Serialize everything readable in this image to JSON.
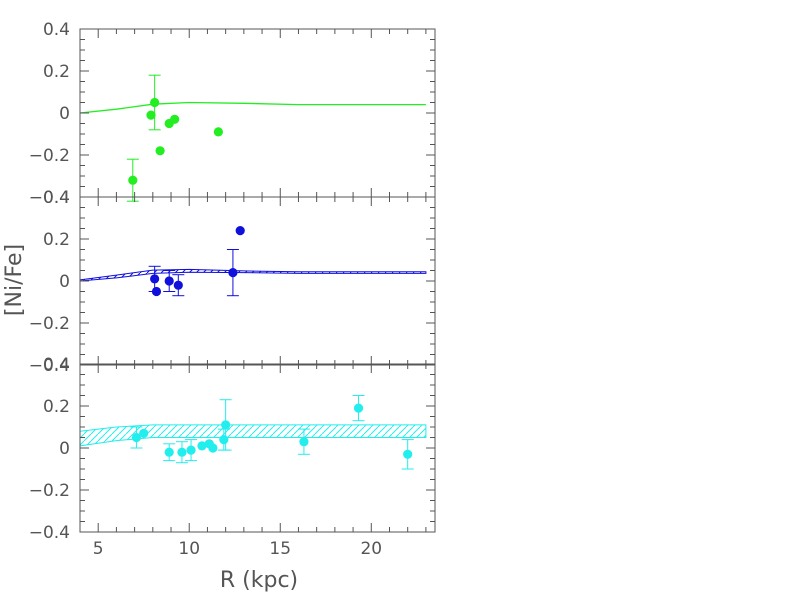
{
  "chart_data": {
    "type": "scatter",
    "xlabel": "R (kpc)",
    "ylabel": "[Ni/Fe]",
    "xlim": [
      4,
      23.5
    ],
    "x_ticks": [
      5,
      10,
      15,
      20
    ],
    "x_tick_labels": [
      "5",
      "10",
      "15",
      "20"
    ],
    "ylim": [
      -0.4,
      0.4
    ],
    "y_ticks": [
      -0.4,
      -0.2,
      0,
      0.2,
      0.4
    ],
    "y_tick_labels": [
      "−0.4",
      "−0.2",
      "0",
      "0.2",
      "0.4"
    ],
    "grid": false,
    "panels": [
      {
        "color": "#22ee22",
        "model_band": [
          {
            "x": 4.0,
            "lo": 0.0,
            "hi": 0.0
          },
          {
            "x": 6.0,
            "lo": 0.018,
            "hi": 0.018
          },
          {
            "x": 8.0,
            "lo": 0.042,
            "hi": 0.042
          },
          {
            "x": 10.0,
            "lo": 0.05,
            "hi": 0.05
          },
          {
            "x": 13.0,
            "lo": 0.046,
            "hi": 0.046
          },
          {
            "x": 16.0,
            "lo": 0.04,
            "hi": 0.04
          },
          {
            "x": 20.0,
            "lo": 0.04,
            "hi": 0.04
          },
          {
            "x": 23.0,
            "lo": 0.04,
            "hi": 0.04
          }
        ],
        "band_hatched": false,
        "points": [
          {
            "x": 6.9,
            "y": -0.32,
            "err": 0.1
          },
          {
            "x": 7.9,
            "y": -0.01
          },
          {
            "x": 8.1,
            "y": 0.05,
            "err": 0.13
          },
          {
            "x": 8.4,
            "y": -0.18
          },
          {
            "x": 8.9,
            "y": -0.05
          },
          {
            "x": 9.2,
            "y": -0.03
          },
          {
            "x": 11.6,
            "y": -0.09
          }
        ]
      },
      {
        "color": "#1010dd",
        "model_band": [
          {
            "x": 4.0,
            "lo": 0.0,
            "hi": 0.005
          },
          {
            "x": 6.0,
            "lo": 0.015,
            "hi": 0.028
          },
          {
            "x": 8.0,
            "lo": 0.036,
            "hi": 0.052
          },
          {
            "x": 10.0,
            "lo": 0.042,
            "hi": 0.055
          },
          {
            "x": 13.0,
            "lo": 0.04,
            "hi": 0.048
          },
          {
            "x": 16.0,
            "lo": 0.036,
            "hi": 0.044
          },
          {
            "x": 20.0,
            "lo": 0.036,
            "hi": 0.044
          },
          {
            "x": 23.0,
            "lo": 0.036,
            "hi": 0.044
          }
        ],
        "band_hatched": true,
        "points": [
          {
            "x": 8.1,
            "y": 0.01,
            "err": 0.06
          },
          {
            "x": 8.2,
            "y": -0.05
          },
          {
            "x": 8.9,
            "y": 0.0,
            "err": 0.05
          },
          {
            "x": 9.4,
            "y": -0.02,
            "err": 0.05
          },
          {
            "x": 12.4,
            "y": 0.04,
            "err": 0.11
          },
          {
            "x": 12.8,
            "y": 0.24
          }
        ]
      },
      {
        "color": "#22eeee",
        "model_band": [
          {
            "x": 4.0,
            "lo": 0.01,
            "hi": 0.08
          },
          {
            "x": 6.0,
            "lo": 0.035,
            "hi": 0.1
          },
          {
            "x": 8.0,
            "lo": 0.05,
            "hi": 0.11
          },
          {
            "x": 10.0,
            "lo": 0.05,
            "hi": 0.11
          },
          {
            "x": 16.0,
            "lo": 0.05,
            "hi": 0.11
          },
          {
            "x": 23.0,
            "lo": 0.05,
            "hi": 0.11
          }
        ],
        "band_hatched": true,
        "points": [
          {
            "x": 7.1,
            "y": 0.05,
            "err": 0.05
          },
          {
            "x": 7.5,
            "y": 0.07
          },
          {
            "x": 8.9,
            "y": -0.02,
            "err": 0.04
          },
          {
            "x": 9.6,
            "y": -0.02,
            "err": 0.05
          },
          {
            "x": 10.1,
            "y": -0.01,
            "err": 0.05
          },
          {
            "x": 10.7,
            "y": 0.01
          },
          {
            "x": 11.1,
            "y": 0.02
          },
          {
            "x": 11.3,
            "y": 0.0
          },
          {
            "x": 11.9,
            "y": 0.04,
            "err": 0.05
          },
          {
            "x": 12.0,
            "y": 0.11,
            "err": 0.12
          },
          {
            "x": 16.3,
            "y": 0.03,
            "err": 0.06
          },
          {
            "x": 19.3,
            "y": 0.19,
            "err": 0.06
          },
          {
            "x": 22.0,
            "y": -0.03,
            "err": 0.07
          }
        ]
      }
    ]
  }
}
